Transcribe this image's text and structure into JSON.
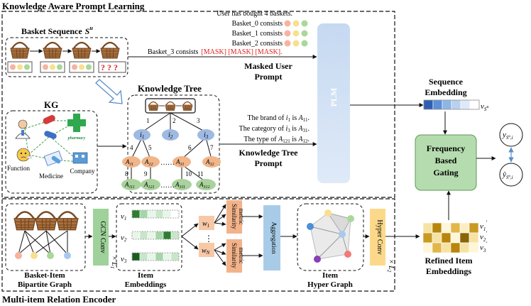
{
  "top_title": "Knowledge Aware Prompt Learning",
  "bottom_title": "Multi-item  Relation Encoder",
  "basket_sequence_label": "Basket Sequence",
  "basket_sequence_symbol": "S",
  "basket_sequence_sup": "u",
  "masked_prompt": {
    "lines": [
      "User has bought  4 baskets.",
      "Basket_0 consists",
      "Basket_1 consists",
      "Basket_2 consists"
    ],
    "last_line_prefix": "Basket_3 consists",
    "mask_tokens": "[MASK] [MASK] [MASK].",
    "label_line1": "Masked User",
    "label_line2": "Prompt"
  },
  "kg": {
    "label": "KG",
    "function_label": "Function",
    "medicine_label": "Medicine",
    "company_label": "Company",
    "pharmacy_label": "pharmacy"
  },
  "knowledge_tree": {
    "label": "Knowledge Tree",
    "edge_numbers": [
      "1",
      "2",
      "3",
      "4",
      "5",
      "6",
      "7",
      "8",
      "9",
      "10",
      "11"
    ],
    "node_i1": "i",
    "node_i2": "i",
    "node_i3": "i",
    "ellipsis": "……",
    "node_A": "A",
    "sub_11": "11",
    "sub_12": "12",
    "sub_31": "31",
    "sub_32": "32",
    "sub_111": "111",
    "sub_121": "121",
    "sub_311": "311",
    "sub_312": "312"
  },
  "tree_prompt": {
    "line1_a": "The brand of ",
    "line1_b": " is ",
    "line2_a": "The category of ",
    "line2_b": " is ",
    "line3_a": "The type of ",
    "line3_b": " is ",
    "label_line1": "Knowledge Tree",
    "label_line2": "Prompt"
  },
  "plm_label": "PLM",
  "sequence_embedding": {
    "label_line1": "Sequence",
    "label_line2": "Embedding",
    "symbol": "v",
    "colors": [
      "#2f5fb3",
      "#5b8fd6",
      "#8fb5e6",
      "#b9d1f0",
      "#dde9f8",
      "#ffffff"
    ]
  },
  "gating": {
    "line1": "Frequency",
    "line2": "Based",
    "line3": "Gating"
  },
  "outputs": {
    "y": "y",
    "y_hat": "ŷ"
  },
  "encoder": {
    "graph_label_line1": "Basket-Item",
    "graph_label_line2": "Bipartite Graph",
    "gcn_label": "GCN Conv",
    "times_L1": "× L",
    "L1_sub": "1",
    "item_emb_line1": "Item",
    "item_emb_line2": "Embeddings",
    "v_symbol": "v",
    "v_subs": [
      "1",
      "2",
      "3"
    ],
    "dots": "⋮",
    "w_symbol": "w",
    "w_subs": [
      "1",
      "N"
    ],
    "similarity_line1": "Similarity",
    "similarity_line2": "metric",
    "aggregation": "Aggregation",
    "hyper_line1": "Item",
    "hyper_line2": "Hyper Graph",
    "hyper_conv": "Hyper Conv",
    "times_L2": "× L",
    "L2_sub": "2",
    "refined_line1": "Refined Item",
    "refined_line2": "Embeddings",
    "refined_subs": [
      "1",
      "2",
      "3"
    ]
  },
  "colors": {
    "plm_fill": "#d6e4f5",
    "plm_gradient_top": "#c8daf2",
    "gcn_fill": "#9fd29a",
    "w_fill": "#f7c8a6",
    "similarity_fill": "#f3b38a",
    "aggregation_fill": "#a8cce8",
    "hyper_conv_fill": "#fcd98a",
    "gating_fill": "#b5dcae",
    "mask_red": "#e02020",
    "tree_blue": "#9eb9e2",
    "tree_orange": "#f1b58a",
    "tree_green": "#a9d29c"
  }
}
